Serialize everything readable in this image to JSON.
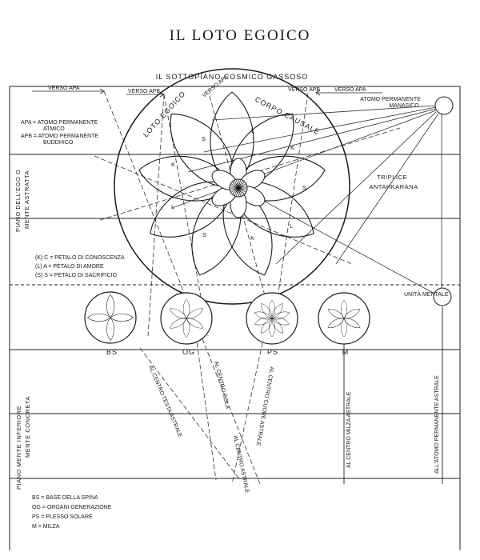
{
  "title": "IL LOTO EGOICO",
  "subtitle": "IL SOTTOPIANO COSMICO GASSOSO",
  "top_labels": {
    "verso_apa_left": "VERSO APA",
    "verso_apb_left": "VERSO APB",
    "verso_apa_mid": "VERSO APA",
    "verso_apb_right": "VERSO APB",
    "verso_apa_right": "VERSO APA",
    "atomo_manasico_1": "ATOMO PERMANENTE",
    "atomo_manasico_2": "MANASICO"
  },
  "legend_atoms": {
    "apa_1": "APA = ATOMO PERMANENTE",
    "apa_2": "ATMICO",
    "apb_1": "APB = ATOMO PERMANENTE",
    "apb_2": "BUDDHICO"
  },
  "arc_labels": {
    "loto_egoico": "LOTO EGOICO",
    "corpo_causale": "CORPO CAUSALE"
  },
  "petal_letters": {
    "s_top": "S",
    "l_upper_right": "L",
    "k_right": "K",
    "s_right": "S",
    "l_lower_right": "L",
    "k_lower": "K",
    "s_lower_left": "S",
    "l_left": "L",
    "k_upper_left": "K"
  },
  "triplice_1": "TRIPLICE",
  "triplice_2": "ANTAHKARANA",
  "plane_upper_1": "PIANO DELL'EGO O",
  "plane_upper_2": "MENTE ASTRATTA",
  "petal_legend": {
    "k": "(K) C = PETALO DI CONOSCENZA",
    "l": "(L) A = PETALO DI AMORE",
    "s": "(S) S = PETALO DI SACRIFICIO"
  },
  "unita_mentale": "UNITÀ MENTALE",
  "chakras": {
    "bs": "BS",
    "og": "OG",
    "ps": "PS",
    "m": "M"
  },
  "diag_labels": {
    "centro_testa": "AL CENTRO TESTA ASTRALE",
    "centro_gola": "AL CENTRO GOLA",
    "centro_cuore": "AL CENTRO CUORE ASTRALE",
    "centro_astrale": "AL CENTRO ASTRALE",
    "centro_milza": "AL CENTRO MILZA ASTRALE",
    "atomo_astrale": "ALL'ATOMO PERMANENTE ASTRALE"
  },
  "plane_lower_1": "PIANO MENTE INFERIORE",
  "plane_lower_2": "MENTE CONCRETA",
  "chakra_legend": {
    "bs": "BS = BASE DELLA SPINA",
    "og": "OG = ORGANI GENERAZIONE",
    "ps": "PS = PLESSO SOLARE",
    "m": "M = MILZA"
  }
}
